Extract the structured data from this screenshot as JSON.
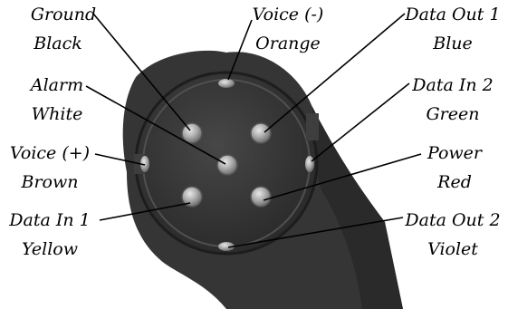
{
  "pins": [
    {
      "name": "Ground",
      "color": "Black"
    },
    {
      "name": "Voice (-)",
      "color": "Orange"
    },
    {
      "name": "Data Out 1",
      "color": "Blue"
    },
    {
      "name": "Alarm",
      "color": "White"
    },
    {
      "name": "Data In 2",
      "color": "Green"
    },
    {
      "name": "Voice (+)",
      "color": "Brown"
    },
    {
      "name": "Power",
      "color": "Red"
    },
    {
      "name": "Data In 1",
      "color": "Yellow"
    },
    {
      "name": "Data Out 2",
      "color": "Violet"
    }
  ],
  "colors": {
    "connector_body": "#3a3a3a",
    "connector_face": "#2b2b2b",
    "pin_metal": "#b9b9b9",
    "text": "#000000"
  }
}
